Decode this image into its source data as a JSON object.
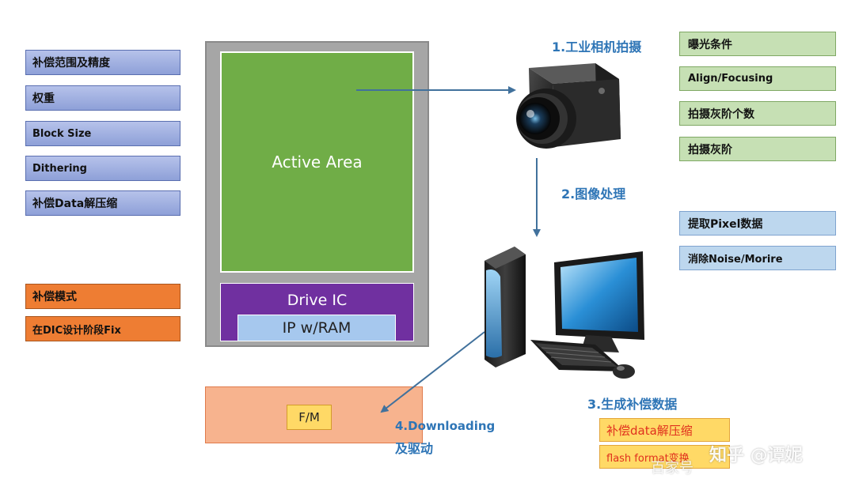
{
  "left_boxes": [
    "补偿范围及精度",
    "权重",
    "Block Size",
    "Dithering",
    "补偿Data解压缩"
  ],
  "orange_boxes": [
    "补偿模式",
    "在DIC设计阶段Fix"
  ],
  "panel": {
    "active_area": "Active Area",
    "drive_ic": "Drive IC",
    "ip_ram": "IP w/RAM",
    "fm": "F/M"
  },
  "steps": {
    "s1": "1.工业相机拍摄",
    "s2": "2.图像处理",
    "s3": "3.生成补偿数据",
    "s4_line1": "4.Downloading",
    "s4_line2": "及驱动"
  },
  "green_boxes": [
    "曝光条件",
    "Align/Focusing",
    "拍摄灰阶个数",
    "拍摄灰阶"
  ],
  "blue_boxes": [
    "提取Pixel数据",
    "消除Noise/Morire"
  ],
  "yellow_boxes": [
    "补偿data解压缩",
    "flash format变换"
  ],
  "watermark": {
    "main": "知乎 @谭妮",
    "sub": "百家号"
  },
  "colors": {
    "step_text": "#2e75b6",
    "active_area": "#70ad47",
    "drive_ic": "#7030a0",
    "arrow": "#41719c"
  }
}
